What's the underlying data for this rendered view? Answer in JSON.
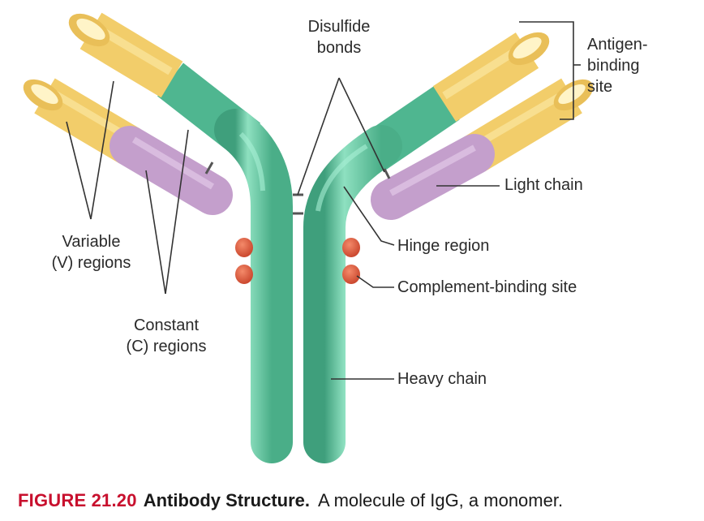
{
  "labels": {
    "disulfide": [
      "Disulfide",
      "bonds"
    ],
    "antigen_binding": [
      "Antigen-",
      "binding",
      "site"
    ],
    "light_chain": "Light chain",
    "hinge": "Hinge region",
    "complement": "Complement-binding site",
    "heavy_chain": "Heavy chain",
    "variable": [
      "Variable",
      "(V) regions"
    ],
    "constant": [
      "Constant",
      "(C) regions"
    ]
  },
  "caption": {
    "figure": "FIGURE 21.20",
    "title": "Antibody Structure.",
    "text": "A molecule of IgG, a monomer."
  },
  "colors": {
    "heavy_chain": "#5cc49d",
    "variable_region": "#f2cd6a",
    "light_constant": "#c49fcc",
    "complement_site": "#e45a3a",
    "caption_red": "#c8102e"
  }
}
